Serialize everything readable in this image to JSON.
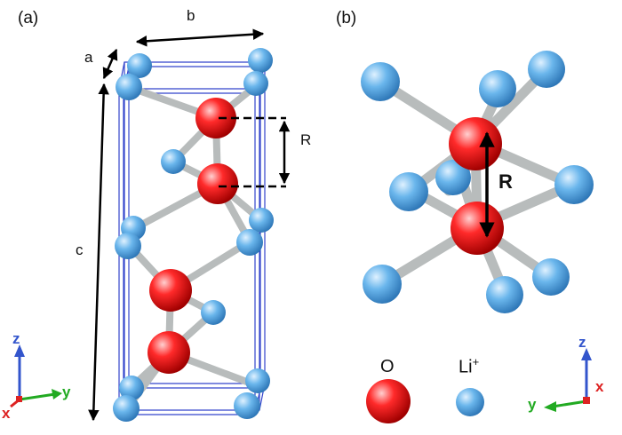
{
  "panels": {
    "a": {
      "label": "(a)",
      "dim_a": "a",
      "dim_b": "b",
      "dim_c": "c",
      "dim_R": "R",
      "axes": {
        "z": "z",
        "y": "y",
        "x": "x"
      }
    },
    "b": {
      "label": "(b)",
      "dim_R": "R",
      "axes": {
        "z": "z",
        "y": "y",
        "x": "x"
      }
    }
  },
  "legend": {
    "oxygen": "O",
    "lithium": "Li",
    "lithium_charge": "+"
  },
  "colors": {
    "oxygen": "#e41414",
    "lithium": "#5aa9e6",
    "bond": "#b8bcbc",
    "cell_edge": "#3344cc",
    "axis_z": "#3355cc",
    "axis_y": "#22aa22",
    "axis_x": "#dd2222"
  }
}
